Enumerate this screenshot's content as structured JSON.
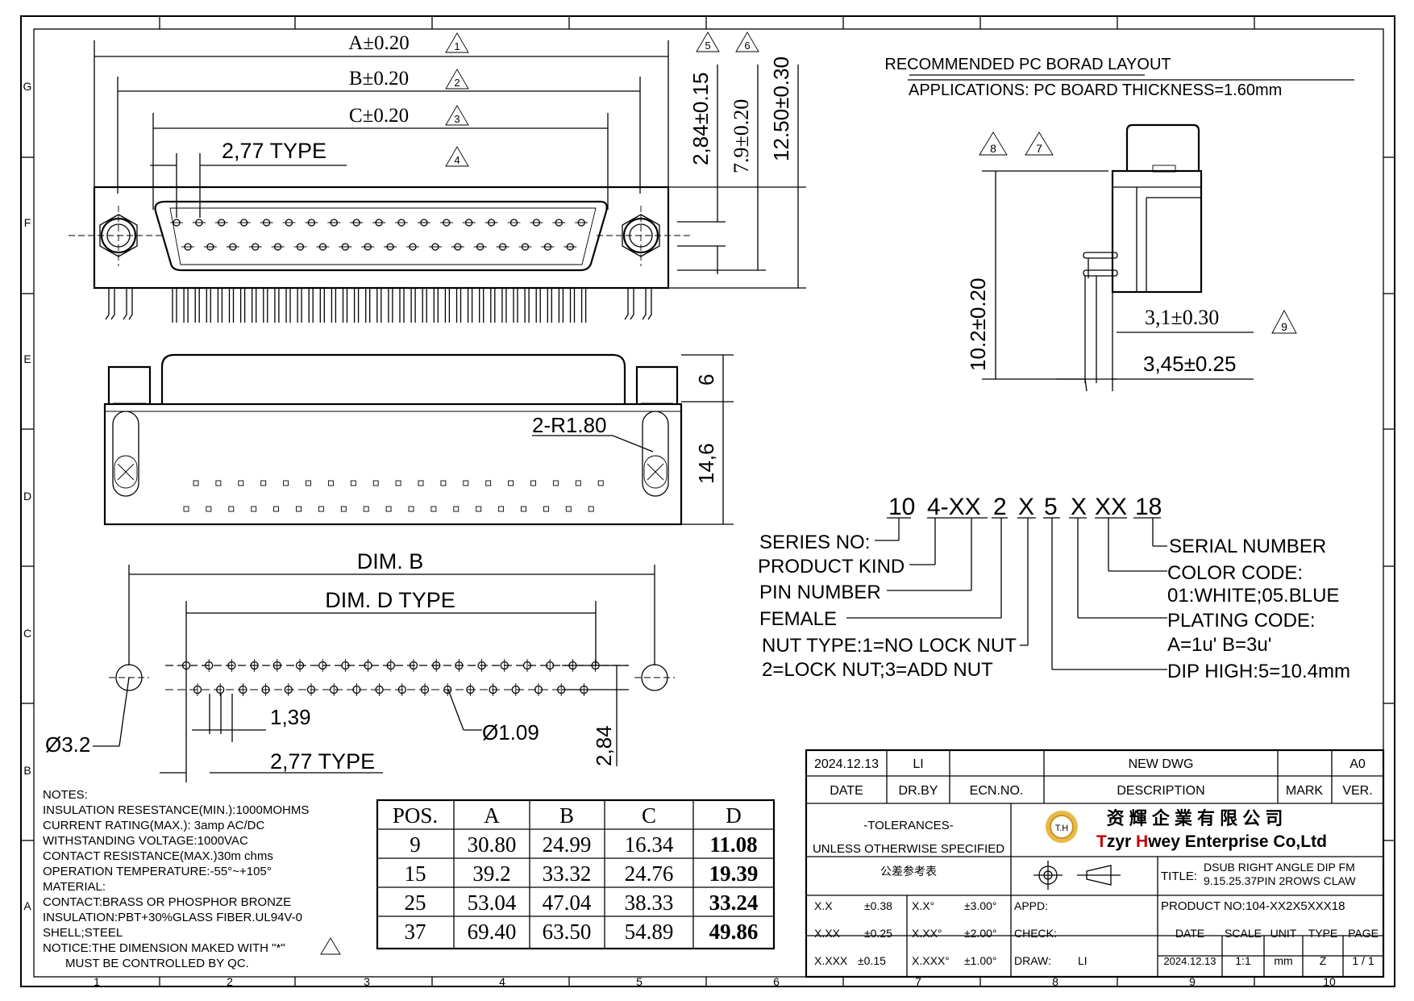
{
  "grid": {
    "columns": [
      "1",
      "2",
      "3",
      "4",
      "5",
      "6",
      "7",
      "8",
      "9",
      "10"
    ],
    "rows": [
      "G",
      "F",
      "E",
      "D",
      "C",
      "B",
      "A"
    ]
  },
  "front_view": {
    "dim_a": "A±0.20",
    "dim_b": "B±0.20",
    "dim_c": "C±0.20",
    "pitch": "2,77 TYPE",
    "h1": "2,84±0.15",
    "h2": "7.9±0.20",
    "h3": "12.50±0.30",
    "notes": [
      "1",
      "2",
      "3",
      "4",
      "5",
      "6"
    ]
  },
  "top_view": {
    "h_top": "6",
    "h_body": "14,6",
    "radius": "2-R1.80"
  },
  "layout_view": {
    "dim_b": "DIM. B",
    "dim_d": "DIM. D TYPE",
    "hole_mount": "Ø3.2",
    "hole_pin": "Ø1.09",
    "pitch_half": "1,39",
    "pitch": "2,77 TYPE",
    "row_gap": "2,84"
  },
  "pcb_layout": {
    "title": "RECOMMENDED PC BORAD LAYOUT",
    "subtitle": "APPLICATIONS: PC BOARD THICKNESS=1.60mm",
    "height": "10.2±0.20",
    "pin_dim1": "3,1±0.30",
    "pin_dim2": "3,45±0.25",
    "notes": [
      "8",
      "7",
      "9"
    ]
  },
  "part_code": {
    "segments": [
      "10",
      "4-XX",
      "2",
      "X",
      "5",
      "X",
      "XX",
      "18"
    ],
    "legend": {
      "series": "SERIES  NO:",
      "kind": "PRODUCT  KIND",
      "pins": "PIN  NUMBER",
      "female": "FEMALE",
      "nut1": "NUT TYPE:1=NO LOCK NUT",
      "nut2": "2=LOCK  NUT;3=ADD  NUT",
      "serial": "SERIAL  NUMBER",
      "color1": "COLOR  CODE:",
      "color2": "01:WHITE;05.BLUE",
      "plating1": "PLATING  CODE:",
      "plating2": "A=1u'  B=3u'",
      "dip": "DIP  HIGH:5=10.4mm"
    }
  },
  "notes": [
    "NOTES:",
    "INSULATION RESESTANCE(MIN.):1000MOHMS",
    "CURRENT RATING(MAX.): 3amp AC/DC",
    "WITHSTANDING VOLTAGE:1000VAC",
    "CONTACT RESISTANCE(MAX.)30m chms",
    "OPERATION TEMPERATURE:-55°~+105°",
    "MATERIAL:",
    "CONTACT:BRASS OR PHOSPHOR BRONZE",
    "INSULATION:PBT+30%GLASS FIBER.UL94V-0",
    "SHELL;STEEL",
    "NOTICE:THE DIMENSION MAKED WITH \"*\"",
    "MUST BE CONTROLLED BY QC."
  ],
  "dim_table": {
    "headers": [
      "POS.",
      "A",
      "B",
      "C",
      "D"
    ],
    "rows": [
      [
        "9",
        "30.80",
        "24.99",
        "16.34",
        "11.08"
      ],
      [
        "15",
        "39.2",
        "33.32",
        "24.76",
        "19.39"
      ],
      [
        "25",
        "53.04",
        "47.04",
        "38.33",
        "33.24"
      ],
      [
        "37",
        "69.40",
        "63.50",
        "54.89",
        "49.86"
      ]
    ]
  },
  "title_block": {
    "rev_date": "2024.12.13",
    "rev_by": "LI",
    "rev_desc": "NEW DWG",
    "rev_ver": "A0",
    "h_date": "DATE",
    "h_drby": "DR.BY",
    "h_ecn": "ECN.NO.",
    "h_desc": "DESCRIPTION",
    "h_mark": "MARK",
    "h_ver": "VER.",
    "tol_title": "-TOLERANCES-",
    "tol_sub": "UNLESS OTHERWISE SPECIFIED",
    "tol_cn": "公差参考表",
    "company_cn": "资 輝 企 業 有 限 公 司",
    "company_t": "T",
    "company_zyr": "zyr ",
    "company_h": "H",
    "company_rest": "wey Enterprise Co,Ltd",
    "logo": "T.H",
    "title_label": "TITLE:",
    "title1": "DSUB  RIGHT ANGLE DIP FM",
    "title2": "9.15.25.37PIN 2ROWS CLAW",
    "tol": [
      [
        "X.X",
        "±0.38",
        "X.X°",
        "±3.00°"
      ],
      [
        "X.XX",
        "±0.25",
        "X.XX°",
        "±2.00°"
      ],
      [
        "X.XXX",
        "±0.15",
        "X.XXX°",
        "±1.00°"
      ]
    ],
    "appd": "APPD:",
    "check": "CHECK:",
    "draw": "DRAW:",
    "drawer": "LI",
    "product_label": "PRODUCT NO:",
    "product_no": "104-XX2X5XXX18",
    "h2_date": "DATE",
    "h2_scale": "SCALE",
    "h2_unit": "UNIT",
    "h2_type": "TYPE",
    "h2_page": "PAGE",
    "v_date": "2024.12.13",
    "v_scale": "1:1",
    "v_unit": "mm",
    "v_type": "Z",
    "v_page": "1 / 1"
  }
}
